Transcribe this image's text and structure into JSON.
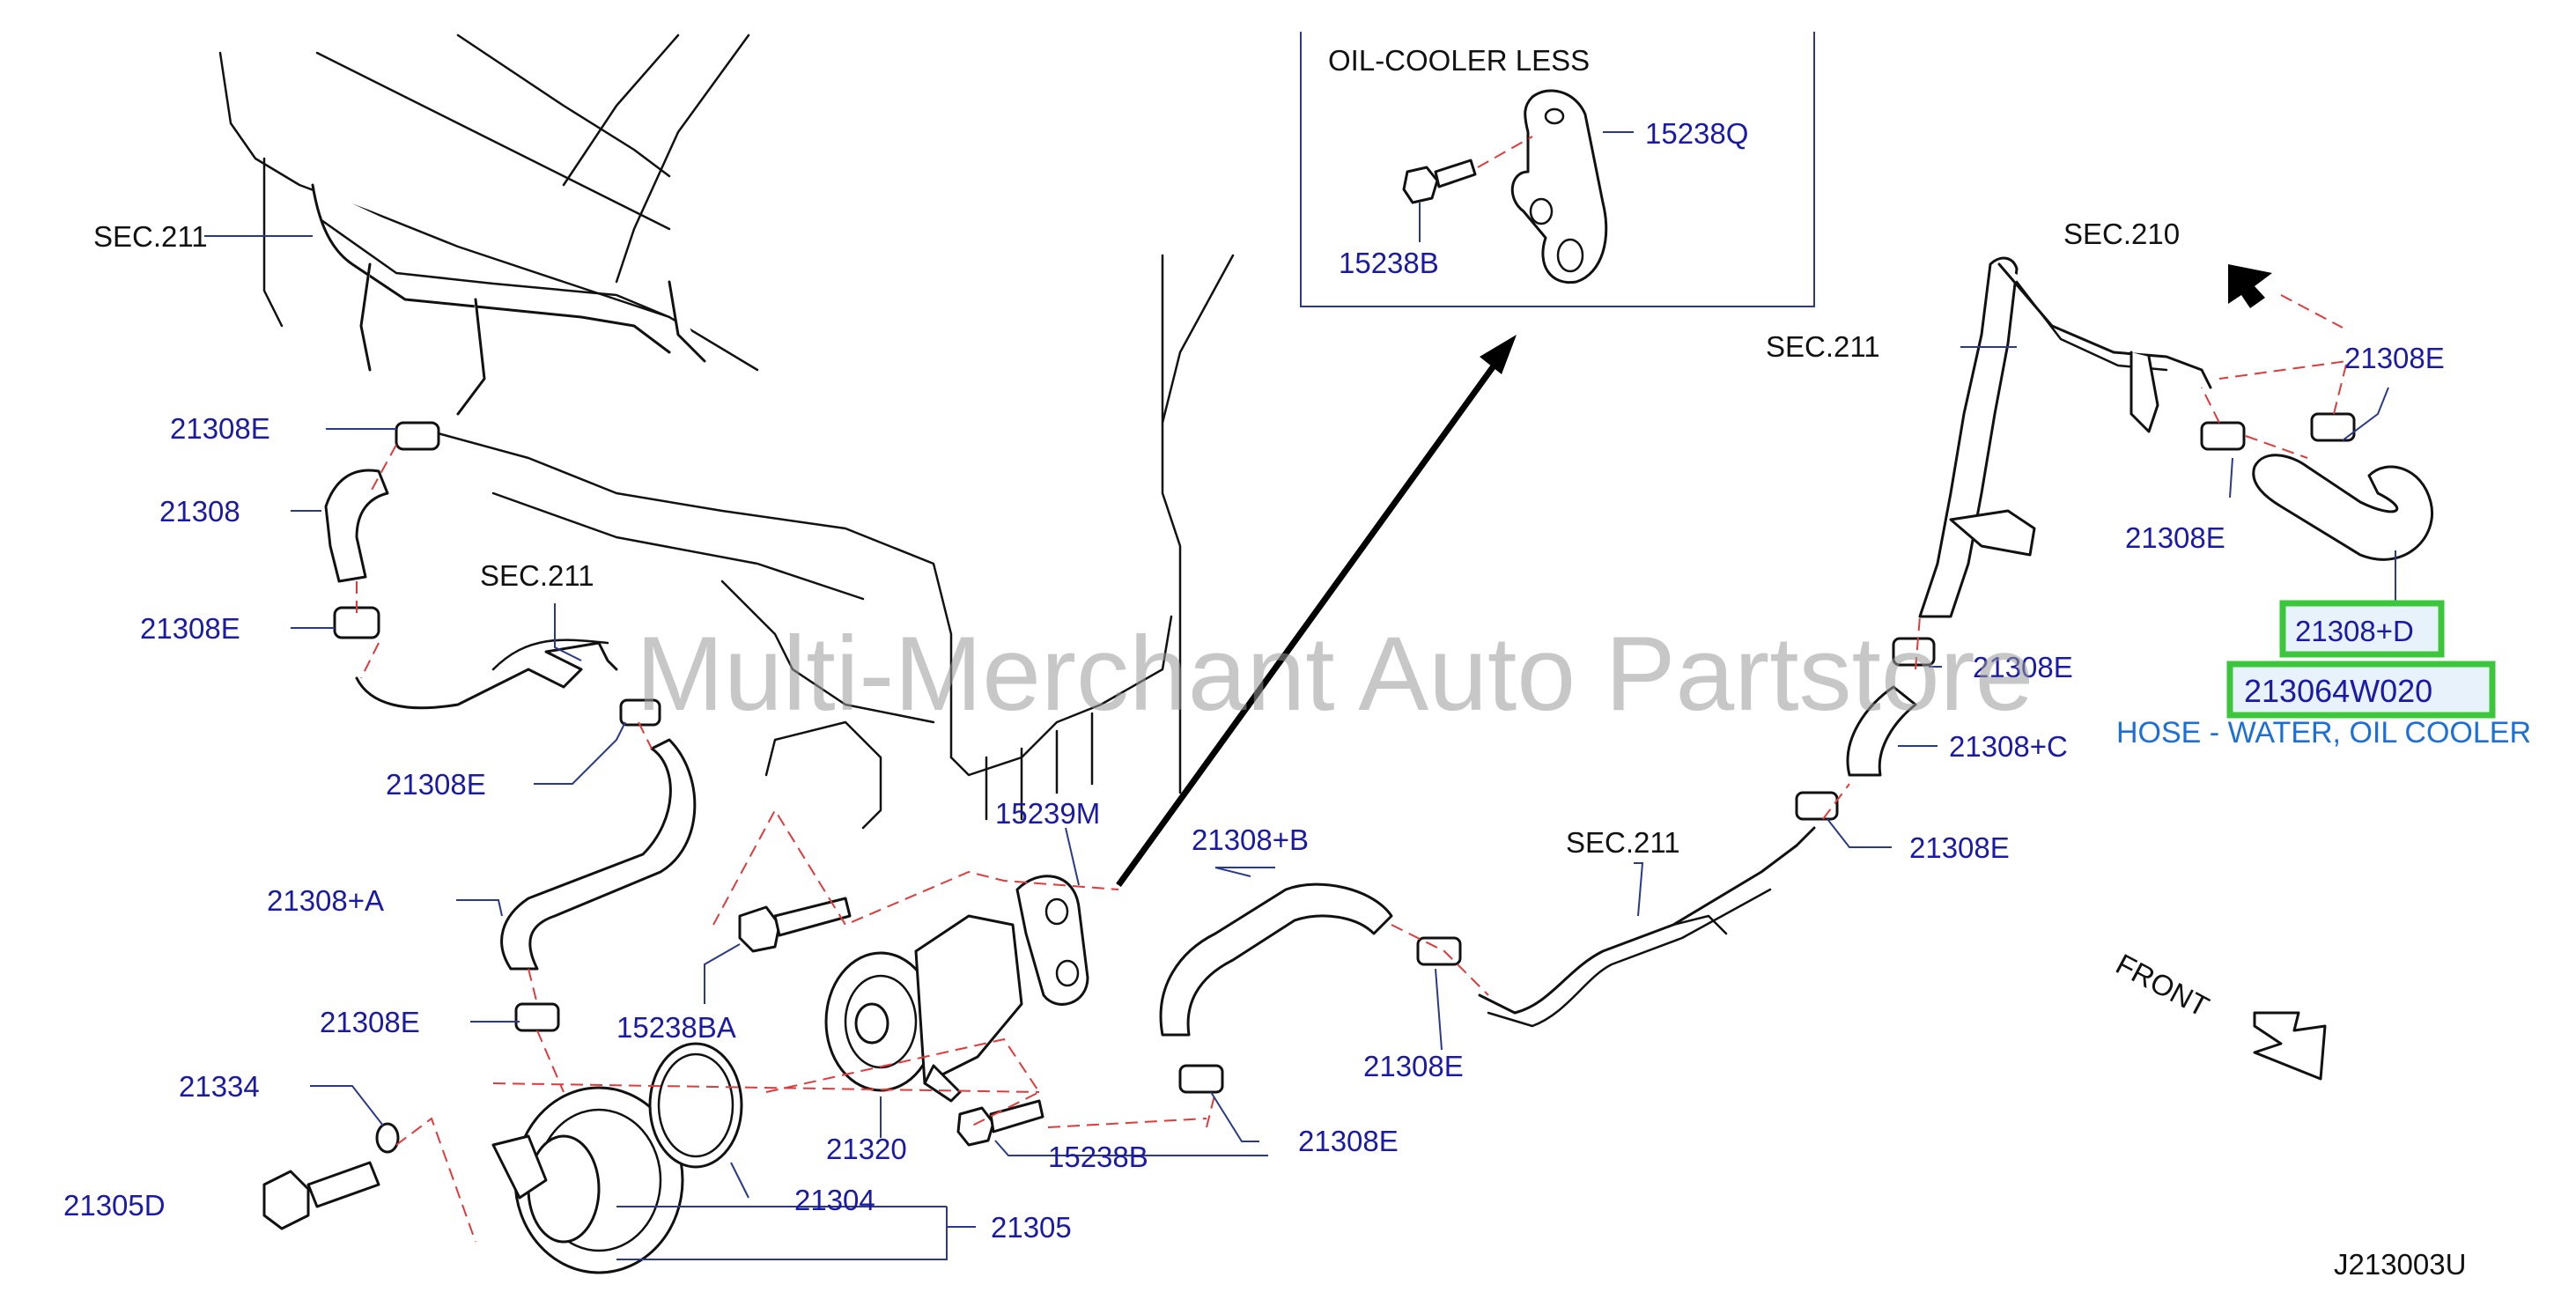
{
  "labels": {
    "sec211_top": "SEC.211",
    "e1": "21308E",
    "hose21308": "21308",
    "e2": "21308E",
    "sec211_mid": "SEC.211",
    "e3": "21308E",
    "a": "21308+A",
    "e4": "21308E",
    "p21334": "21334",
    "p21305D": "21305D",
    "p21304": "21304",
    "p21305": "21305",
    "p15238BA": "15238BA",
    "p15239M": "15239M",
    "p21320": "21320",
    "p15238B_low": "15238B",
    "b": "21308+B",
    "e5": "21308E",
    "e6": "21308E",
    "sec211_low": "SEC.211",
    "e7": "21308E",
    "c": "21308+C",
    "e8": "21308E",
    "sec211_right": "SEC.211",
    "sec210": "SEC.210",
    "e9": "21308E",
    "e10": "21308E",
    "front": "FRONT",
    "diagram_id": "J213003U"
  },
  "inset": {
    "title": "OIL-COOLER   LESS",
    "p15238Q": "15238Q",
    "p15238B": "15238B"
  },
  "highlight": {
    "part_ref": "21308+D",
    "part_number": "213064W020",
    "description": "HOSE - WATER, OIL COOLER"
  },
  "watermark": "Multi-Merchant Auto Partstore",
  "colors": {
    "label_blue": "#1a1aa6",
    "description_blue": "#1a6fd9",
    "highlight_green": "#3cc63c",
    "dashed_red": "#e23a3a"
  }
}
